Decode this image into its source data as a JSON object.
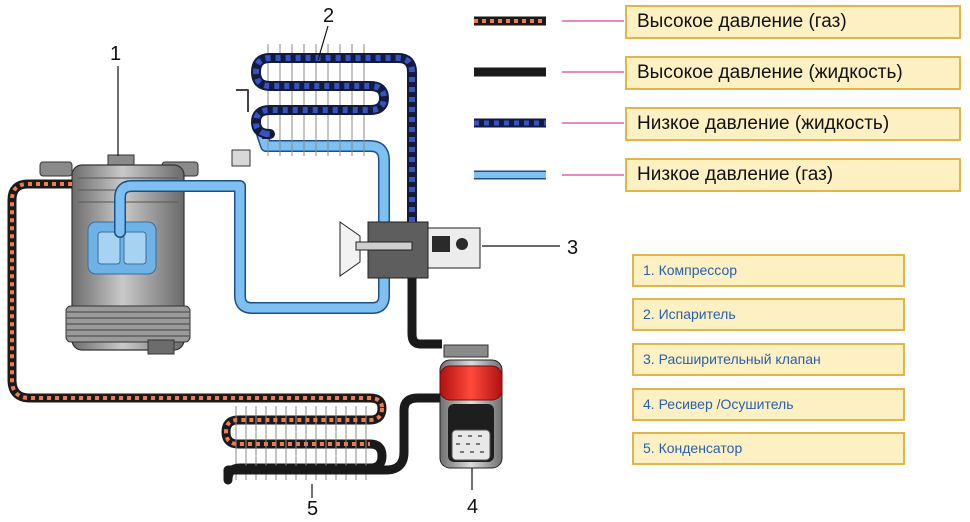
{
  "legend": [
    {
      "label": "Высокое давление (газ)",
      "line": "dashed",
      "base_color": "#1a1a1a",
      "dash_color": "#f07a52"
    },
    {
      "label": "Высокое давление (жидкость)",
      "line": "solid",
      "base_color": "#1a1a1a"
    },
    {
      "label": "Низкое давление (жидкость)",
      "line": "dotted",
      "base_color": "#2a3d9a",
      "dash_color": "#121a3e"
    },
    {
      "label": "Низкое давление (газ)",
      "line": "solid",
      "base_color": "#55a8ec"
    }
  ],
  "parts": [
    {
      "label": "1. Компрессор"
    },
    {
      "label": "2. Испаритель"
    },
    {
      "label": "3. Расширительный клапан"
    },
    {
      "label": "4. Ресивер /Осушитель"
    },
    {
      "label": "5. Конденсатор"
    }
  ],
  "callouts": {
    "compressor": "1",
    "evaporator": "2",
    "expansion_valve": "3",
    "receiver_drier": "4",
    "condenser": "5"
  },
  "colors": {
    "high_pressure_gas_dash": "#f07a52",
    "high_pressure_liquid": "#1a1a1a",
    "low_pressure_liquid": "#2a3d9a",
    "low_pressure_gas": "#55a8ec",
    "box_fill": "#fdf0c2",
    "box_border": "#e2b54a",
    "parts_text": "#2860b0",
    "leader": "#e68ac4",
    "receiver_cap": "#e0201c"
  }
}
